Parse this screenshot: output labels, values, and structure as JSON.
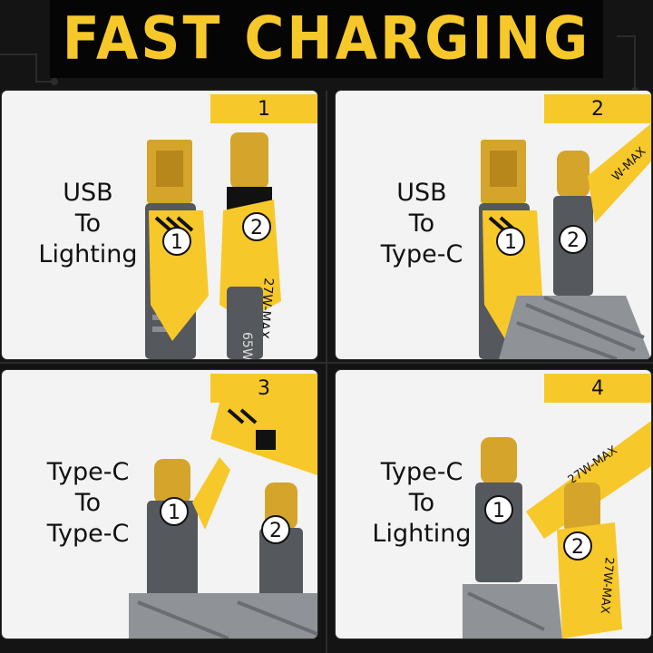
{
  "header": {
    "title": "FAST CHARGING"
  },
  "panels": [
    {
      "number": "1",
      "label_lines": [
        "USB",
        "To",
        "Lighting"
      ],
      "badges": [
        "1",
        "2"
      ]
    },
    {
      "number": "2",
      "label_lines": [
        "USB",
        "To",
        "Type-C"
      ],
      "badges": [
        "1",
        "2"
      ]
    },
    {
      "number": "3",
      "label_lines": [
        "Type-C",
        "To",
        "Type-C"
      ],
      "badges": [
        "1",
        "2"
      ]
    },
    {
      "number": "4",
      "label_lines": [
        "Type-C",
        "To",
        "Lighting"
      ],
      "badges": [
        "1",
        "2"
      ]
    }
  ],
  "colors": {
    "accent_yellow": "#f7c82a",
    "background": "#141414",
    "panel": "#f3f3f3",
    "cable_grey": "#55585c",
    "gold": "#d4a52a"
  }
}
